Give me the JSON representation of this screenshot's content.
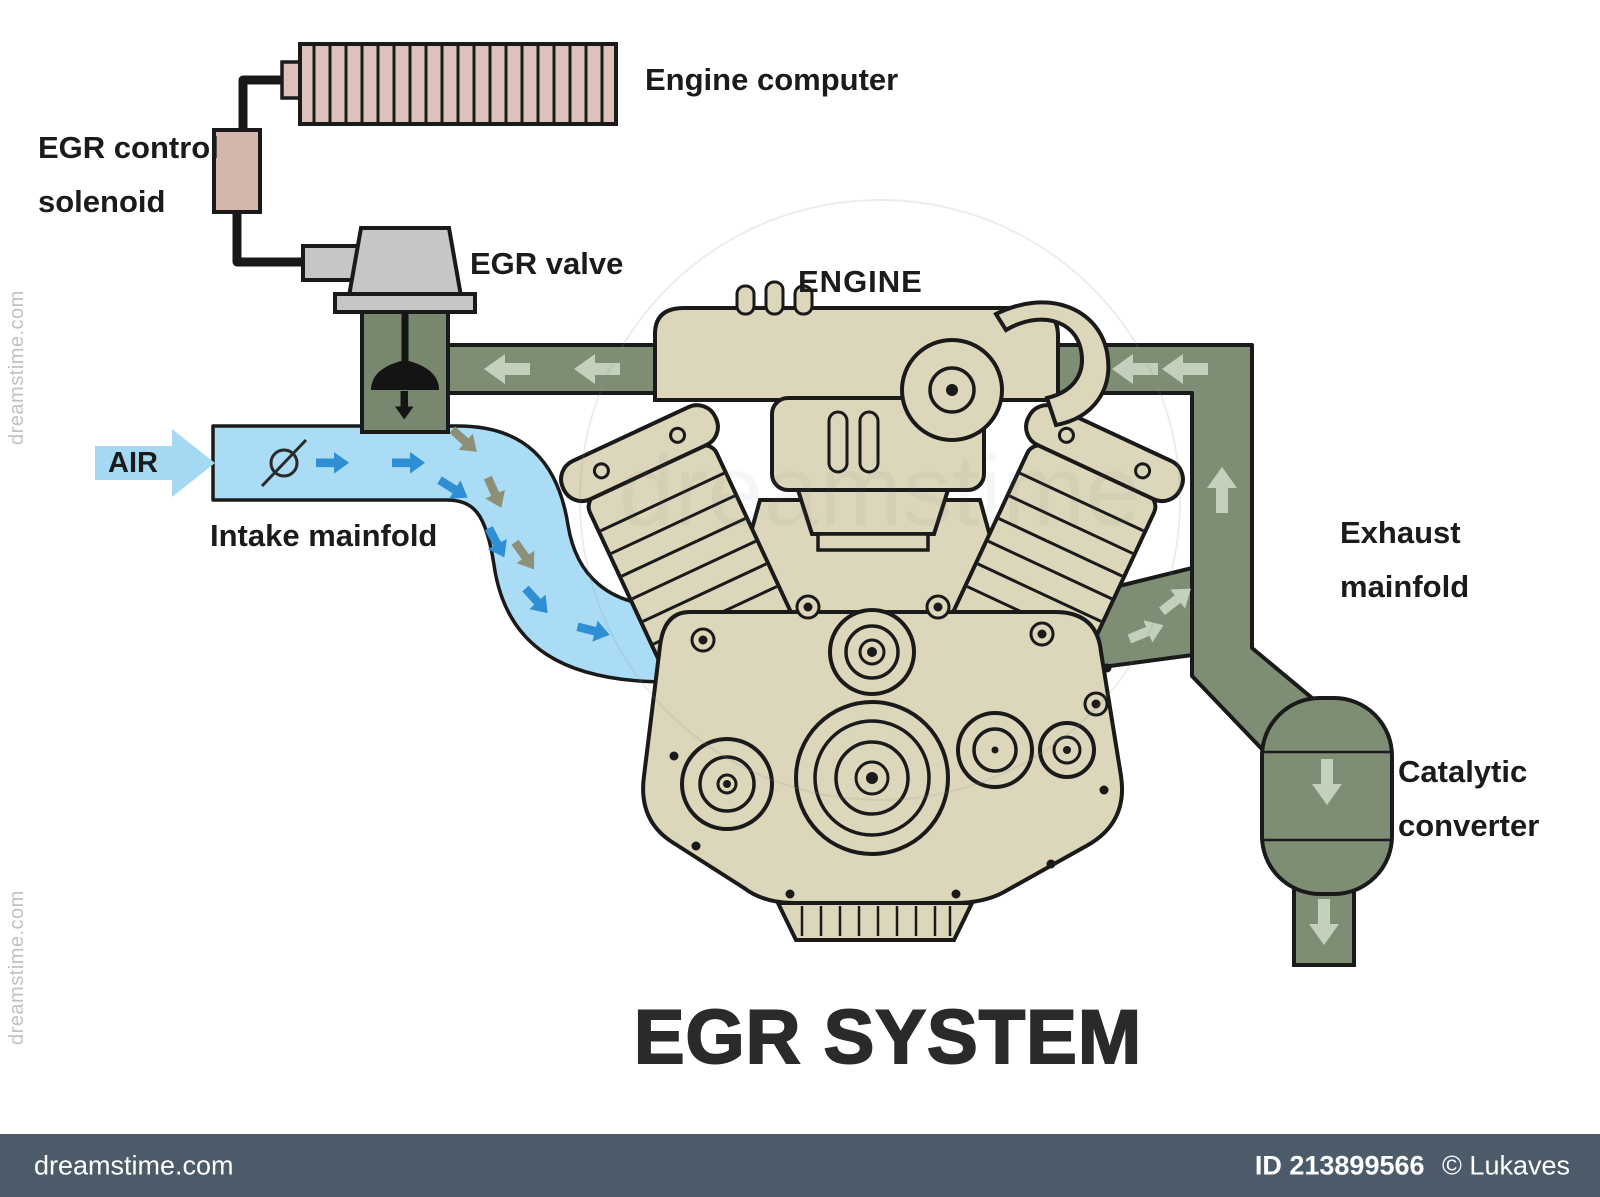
{
  "title": "EGR SYSTEM",
  "labels": {
    "engine_computer": "Engine computer",
    "egr_control_solenoid": [
      "EGR control",
      "solenoid"
    ],
    "egr_valve": "EGR valve",
    "engine": "ENGINE",
    "air": "AIR",
    "intake_manifold": "Intake mainfold",
    "exhaust_manifold": [
      "Exhaust",
      "mainfold"
    ],
    "catalytic_converter": [
      "Catalytic",
      "converter"
    ]
  },
  "watermark": {
    "side_text": "dreamstime.com",
    "center_text": "dreamstime"
  },
  "footer": {
    "site": "dreamstime.com",
    "image_id": "ID 213899566",
    "author": "© Lukaves"
  },
  "colors": {
    "intake_pipe": "#aadcf5",
    "intake_arrow": "#2e8fd4",
    "exhaust_pipe": "#7e8e74",
    "exhaust_arrow": "#c3d0bb",
    "egr_gas_arrow": "#8d9077",
    "engine_body": "#dcd6ba",
    "engine_computer": "#dcc2b8",
    "egr_valve": "#c6c6c6",
    "outline": "#1a1a1a",
    "footer_bar": "#4c5b69"
  }
}
